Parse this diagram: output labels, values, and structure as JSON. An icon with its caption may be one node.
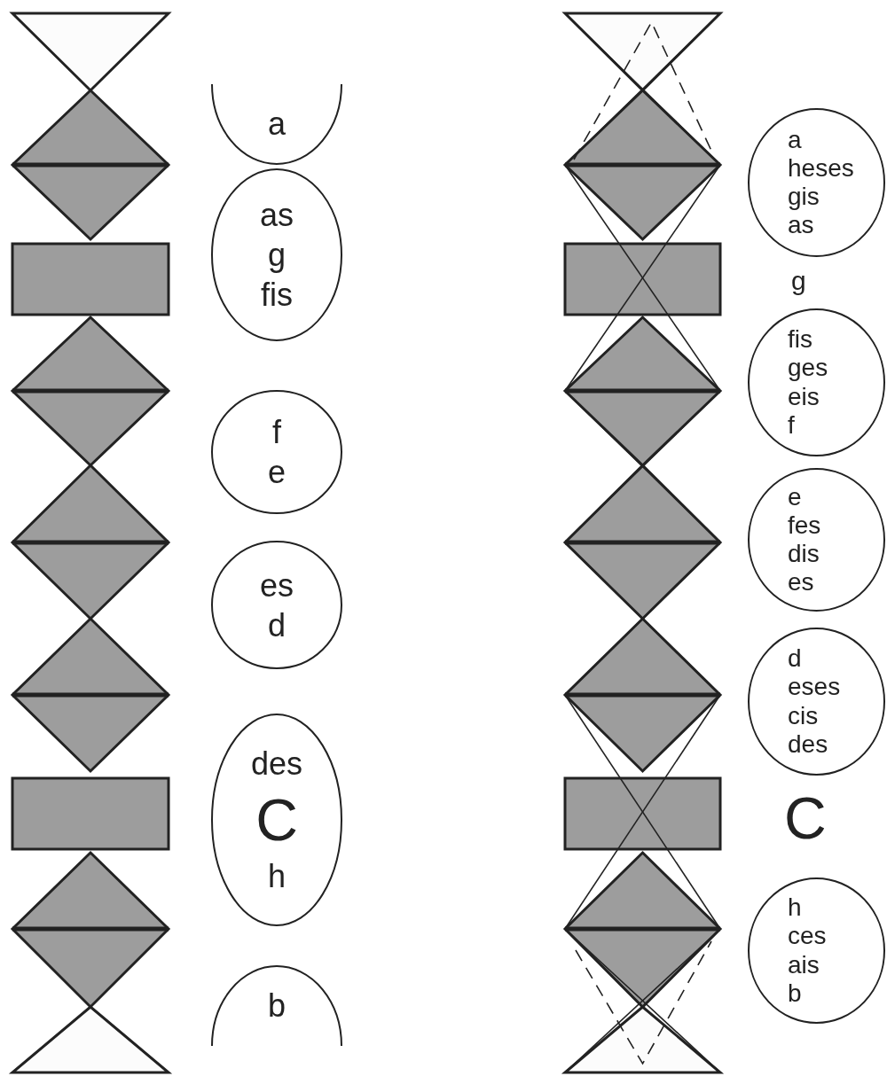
{
  "diagram": {
    "nodes": [
      {
        "text": [
          "a"
        ]
      },
      {
        "text": [
          "as",
          "g",
          "fis"
        ]
      },
      {
        "text": [
          "f",
          "e"
        ]
      },
      {
        "text": [
          "es",
          "d"
        ]
      },
      {
        "text": [
          "des",
          "C",
          "h"
        ]
      },
      {
        "text": [
          "b"
        ]
      },
      {
        "text": [
          "a",
          "heses",
          "gis",
          "as"
        ]
      },
      {
        "text": [
          "fis",
          "ges",
          "eis",
          "f"
        ]
      },
      {
        "text": [
          "e",
          "fes",
          "dis",
          "es"
        ]
      },
      {
        "text": [
          "d",
          "eses",
          "cis",
          "des"
        ]
      },
      {
        "text": [
          "h",
          "ces",
          "ais",
          "b"
        ]
      }
    ],
    "labels": [
      "g",
      "C"
    ]
  }
}
